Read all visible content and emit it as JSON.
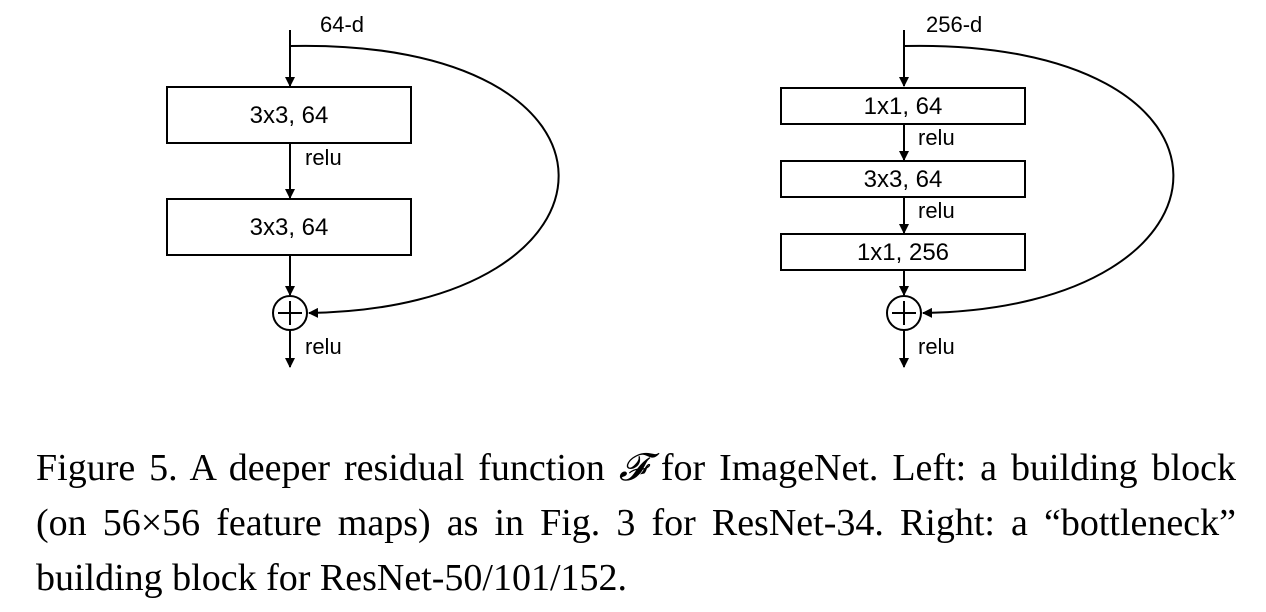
{
  "left_block": {
    "input_dim": "64-d",
    "layers": [
      "3x3, 64",
      "3x3, 64"
    ],
    "edge_labels": [
      "relu"
    ],
    "output_label": "relu"
  },
  "right_block": {
    "input_dim": "256-d",
    "layers": [
      "1x1, 64",
      "3x3, 64",
      "1x1, 256"
    ],
    "edge_labels": [
      "relu",
      "relu"
    ],
    "output_label": "relu"
  },
  "caption": {
    "prefix": "Figure 5. A deeper residual function ",
    "symbol": "𝓕",
    "text": " for ImageNet.  Left: a building block (on 56×56 feature maps) as in Fig. 3 for ResNet-34. Right: a “bottleneck” building block for ResNet-50/101/152."
  }
}
